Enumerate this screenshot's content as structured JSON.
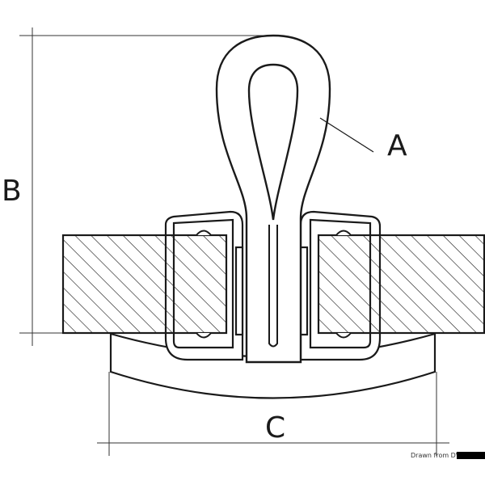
{
  "labels": {
    "a": "A",
    "b": "B",
    "c": "C"
  },
  "credit": "Drawn from DWH O",
  "colors": {
    "outline": "#1a1a1a",
    "dimension": "#333333",
    "hatch": "#222222",
    "background": "#ffffff",
    "credit_block": "#000000"
  }
}
